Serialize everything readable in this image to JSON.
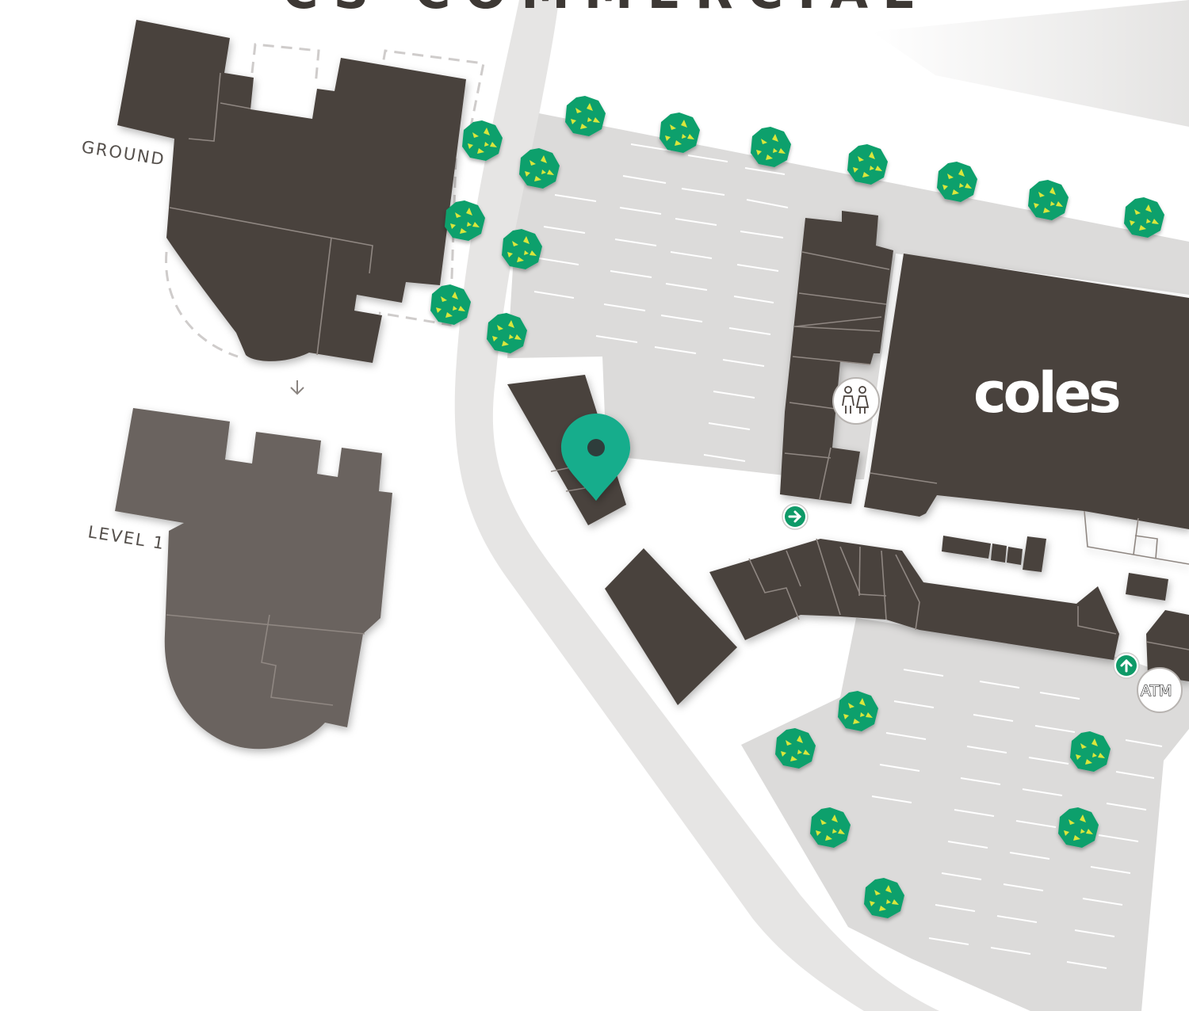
{
  "map": {
    "street_name": "CS COMMERCIAL",
    "floor_labels": {
      "ground": "GROUND",
      "level_1": "LEVEL 1"
    },
    "anchor_store": "coles",
    "atm_label": "ATM",
    "colors": {
      "background": "#ffffff",
      "road": "#e6e5e4",
      "carpark": "#dcdbda",
      "building": "#4a423d",
      "building_level_1": "#6a635e",
      "tree": "#11a06c",
      "tree_accent": "#d9e63a",
      "location_pin": "#13ad8c",
      "entrance_badge": "#0f9a68"
    },
    "icons": {
      "location_pin": "map-pin-icon",
      "toilets": "toilets-icon",
      "entrance_right": "arrow-right-icon",
      "entrance_up": "arrow-up-icon",
      "level_change": "arrow-down-icon",
      "tree": "tree-icon"
    }
  }
}
